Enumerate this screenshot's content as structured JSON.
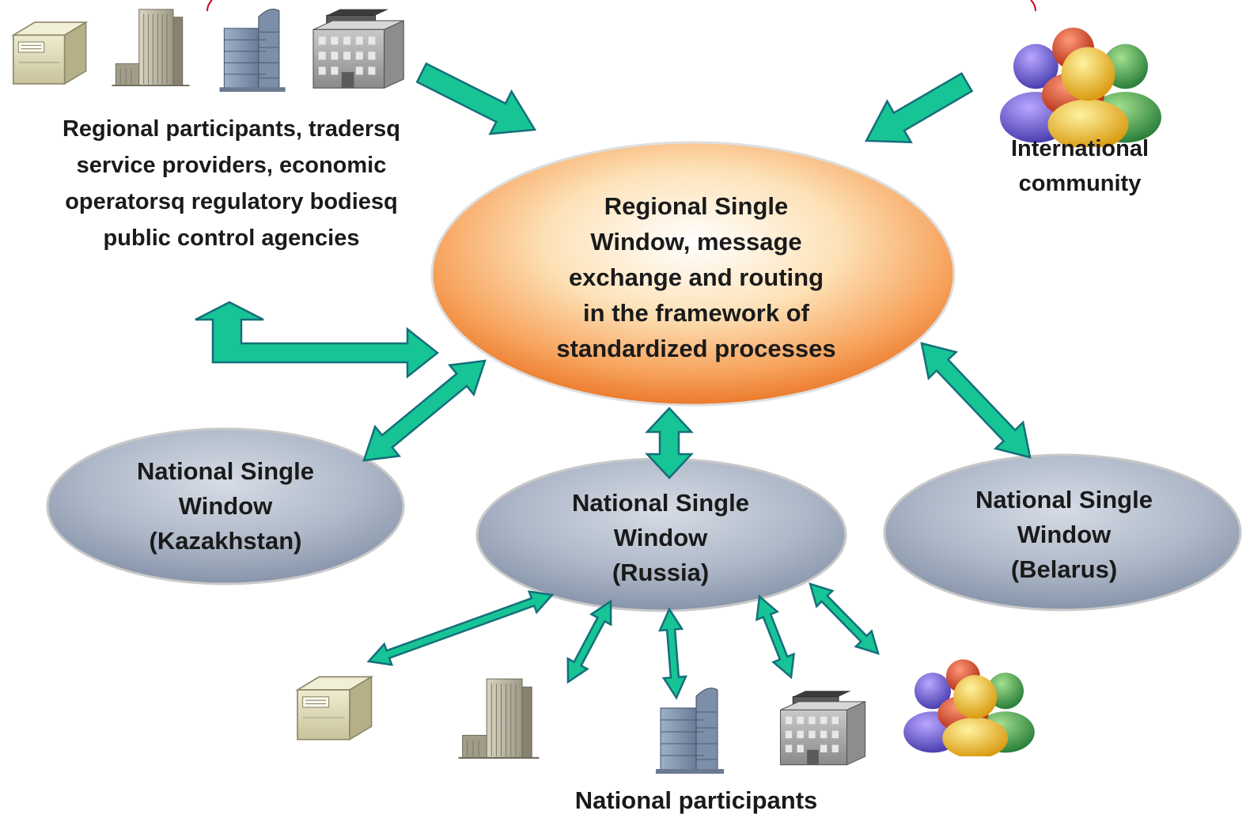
{
  "colors": {
    "arrow_fill": "#17c495",
    "arrow_stroke": "#146f7a",
    "regional_ellipse_center": "#fff7e8",
    "regional_ellipse_edge": "#f08a3a",
    "national_ellipse": "#a7b2c4",
    "frame_line": "#d0021b"
  },
  "icons": {
    "regional_participants": [
      "server-icon",
      "office-tower-icon",
      "skyscraper-icon",
      "building-icon"
    ],
    "international": "people-group-icon",
    "national_participants": [
      "server-icon",
      "office-tower-icon",
      "skyscraper-icon",
      "building-icon",
      "people-group-icon"
    ]
  },
  "regional_participants": {
    "lines": [
      "Regional participants, tradersq",
      "service providers, economic",
      "operatorsq regulatory bodiesq",
      "public control agencies"
    ]
  },
  "international_community": {
    "lines": [
      "International",
      "community"
    ]
  },
  "regional_single_window": {
    "lines": [
      "Regional Single",
      "Window, message",
      "exchange and routing",
      "in the framework of",
      "standardized processes"
    ]
  },
  "national_windows": [
    {
      "lines": [
        "National Single",
        "Window",
        "(Kazakhstan)"
      ]
    },
    {
      "lines": [
        "National Single",
        "Window",
        "(Russia)"
      ]
    },
    {
      "lines": [
        "National Single",
        "Window",
        "(Belarus)"
      ]
    }
  ],
  "national_participants": {
    "label": "National participants"
  }
}
